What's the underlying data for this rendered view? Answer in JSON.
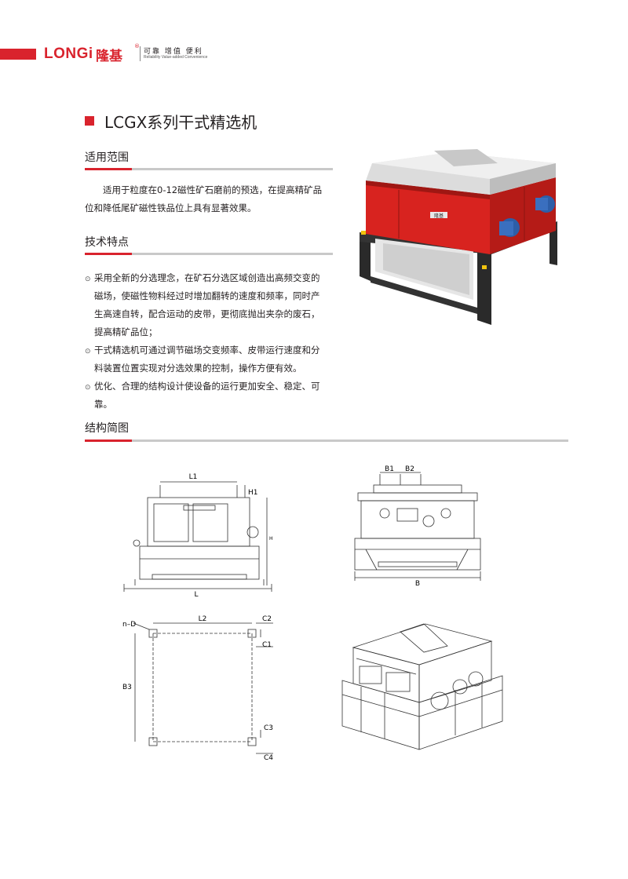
{
  "header": {
    "brand": "LONGi",
    "brand_cn": "隆基",
    "registered": "®",
    "slogan": "可靠 增值 便利",
    "slogan_en": "Reliability Value-added Convenience"
  },
  "title": "LCGX系列干式精选机",
  "sections": {
    "scope": {
      "heading": "适用范围",
      "lines": [
        "适用于粒度在0-12磁性矿石磨前的预选，在提高精矿品",
        "位和降低尾矿磁性铁品位上具有显著效果。"
      ]
    },
    "features": {
      "heading": "技术特点",
      "bullets": [
        {
          "lines": [
            "采用全新的分选理念，在矿石分选区域创造出高频交变的",
            "磁场，使磁性物料经过时增加翻转的速度和频率，同时产",
            "生高速自转，配合运动的皮带，更彻底抛出夹杂的废石，",
            "提高精矿品位；"
          ]
        },
        {
          "lines": [
            "干式精选机可通过调节磁场交变频率、皮带运行速度和分",
            "料装置位置实现对分选效果的控制，操作方便有效。"
          ]
        },
        {
          "lines": [
            "优化、合理的结构设计使设备的运行更加安全、稳定、可",
            "靠。"
          ]
        }
      ],
      "marker": "⊙"
    },
    "structure": {
      "heading": "结构简图"
    }
  },
  "photo": {
    "plate_label": "隆基"
  },
  "drawings": {
    "front": {
      "L1": "L1",
      "H1": "H1",
      "H": "H",
      "L": "L"
    },
    "side": {
      "B1": "B1",
      "B2": "B2",
      "B": "B"
    },
    "plan": {
      "nD": "n–D",
      "L2": "L2",
      "C2": "C2",
      "C1": "C1",
      "B3": "B3",
      "C3": "C3",
      "C4": "C4"
    }
  },
  "colors": {
    "accent": "#d9232d",
    "machine_red": "#d8231f",
    "rule_gray": "#c9c9c9"
  }
}
